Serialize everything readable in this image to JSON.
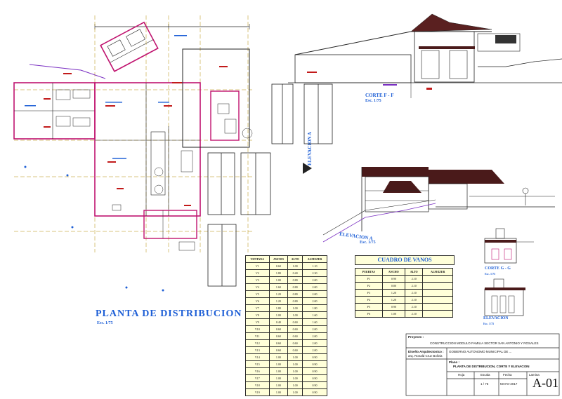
{
  "plan": {
    "title": "PLANTA DE DISTRIBUCION",
    "scale": "Esc. 1/75"
  },
  "section_ff": {
    "title": "CORTE F - F",
    "scale": "Esc. 1/75"
  },
  "elevation_a": {
    "title": "ELEVACION A",
    "scale": "Esc. 1/75",
    "arrow_label": "ELEVACION A"
  },
  "section_gg": {
    "title": "CORTE G - G",
    "scale": "Esc. 1/75"
  },
  "elevation_small": {
    "title": "ELEVACION",
    "scale": "Esc. 1/75"
  },
  "windows_table": {
    "headers": [
      "VENTANA",
      "ANCHO",
      "ALTO",
      "ALFEIZER"
    ],
    "rows": [
      [
        "V1",
        "0.60",
        "1.00",
        "1.10"
      ],
      [
        "V2",
        "1.80",
        "0.40",
        "2.30"
      ],
      [
        "V3",
        "1.00",
        "0.80",
        "2.00"
      ],
      [
        "V4",
        "1.60",
        "0.80",
        "2.00"
      ],
      [
        "V5",
        "1.20",
        "0.80",
        "2.00"
      ],
      [
        "V6",
        "1.20",
        "0.80",
        "2.00"
      ],
      [
        "V7",
        "1.80",
        "1.00",
        "1.80"
      ],
      [
        "V8",
        "1.00",
        "1.00",
        "1.60"
      ],
      [
        "V9",
        "0.40",
        "0.60",
        "1.60"
      ],
      [
        "V10",
        "0.60",
        "0.60",
        "2.00"
      ],
      [
        "V11",
        "0.60",
        "0.60",
        "2.00"
      ],
      [
        "V12",
        "0.60",
        "0.60",
        "2.00"
      ],
      [
        "V13",
        "0.60",
        "0.60",
        "2.00"
      ],
      [
        "V14",
        "1.00",
        "1.00",
        "0.90"
      ],
      [
        "V15",
        "1.00",
        "1.00",
        "0.90"
      ],
      [
        "V16",
        "1.00",
        "1.00",
        "0.90"
      ],
      [
        "V17",
        "1.00",
        "1.00",
        "0.90"
      ],
      [
        "V18",
        "1.00",
        "1.00",
        "0.90"
      ],
      [
        "V19",
        "1.00",
        "1.00",
        "0.90"
      ]
    ]
  },
  "vanos_table": {
    "title": "CUADRO DE VANOS",
    "headers": [
      "PUERTAS",
      "ANCHO",
      "ALTO",
      "ALFEIZER"
    ],
    "rows": [
      [
        "P1",
        "0.90",
        "2.10",
        ""
      ],
      [
        "P2",
        "0.80",
        "2.10",
        ""
      ],
      [
        "P3",
        "1.20",
        "2.10",
        ""
      ],
      [
        "P4",
        "1.20",
        "2.10",
        ""
      ],
      [
        "P5",
        "0.90",
        "2.10",
        ""
      ],
      [
        "P6",
        "1.00",
        "2.10",
        ""
      ]
    ]
  },
  "title_block": {
    "project_label": "Proyecto :",
    "project": "CONSTRUCCION MODULO FAMILIA SECTOR SAN ANTONIO Y ROSALES",
    "design_label": "Diseño Arquitectonico :",
    "designer": "arq. Ronald Cruz Bolivia",
    "owner_line": "GOBIERNO AUTONOMO MUNICIPAL DE ...",
    "plano_label": "Plano :",
    "plano": "PLANTA DE DISTRIBUCION, CORTE Y ELEVACION",
    "escala_label": "Escala",
    "escala": "1 / 75",
    "fecha_label": "Fecha",
    "fecha": "MAYO-2017",
    "hoja_label": "Hoja",
    "lamina_label": "Lamina",
    "sheet": "A-01"
  },
  "colors": {
    "wall": "#c0136f",
    "line": "#222222",
    "label": "#1e5fd6",
    "table_bg": "#ffffd9",
    "roof": "#4a1a1a",
    "axis": "#b58c00",
    "tag": "#c21a1a"
  }
}
